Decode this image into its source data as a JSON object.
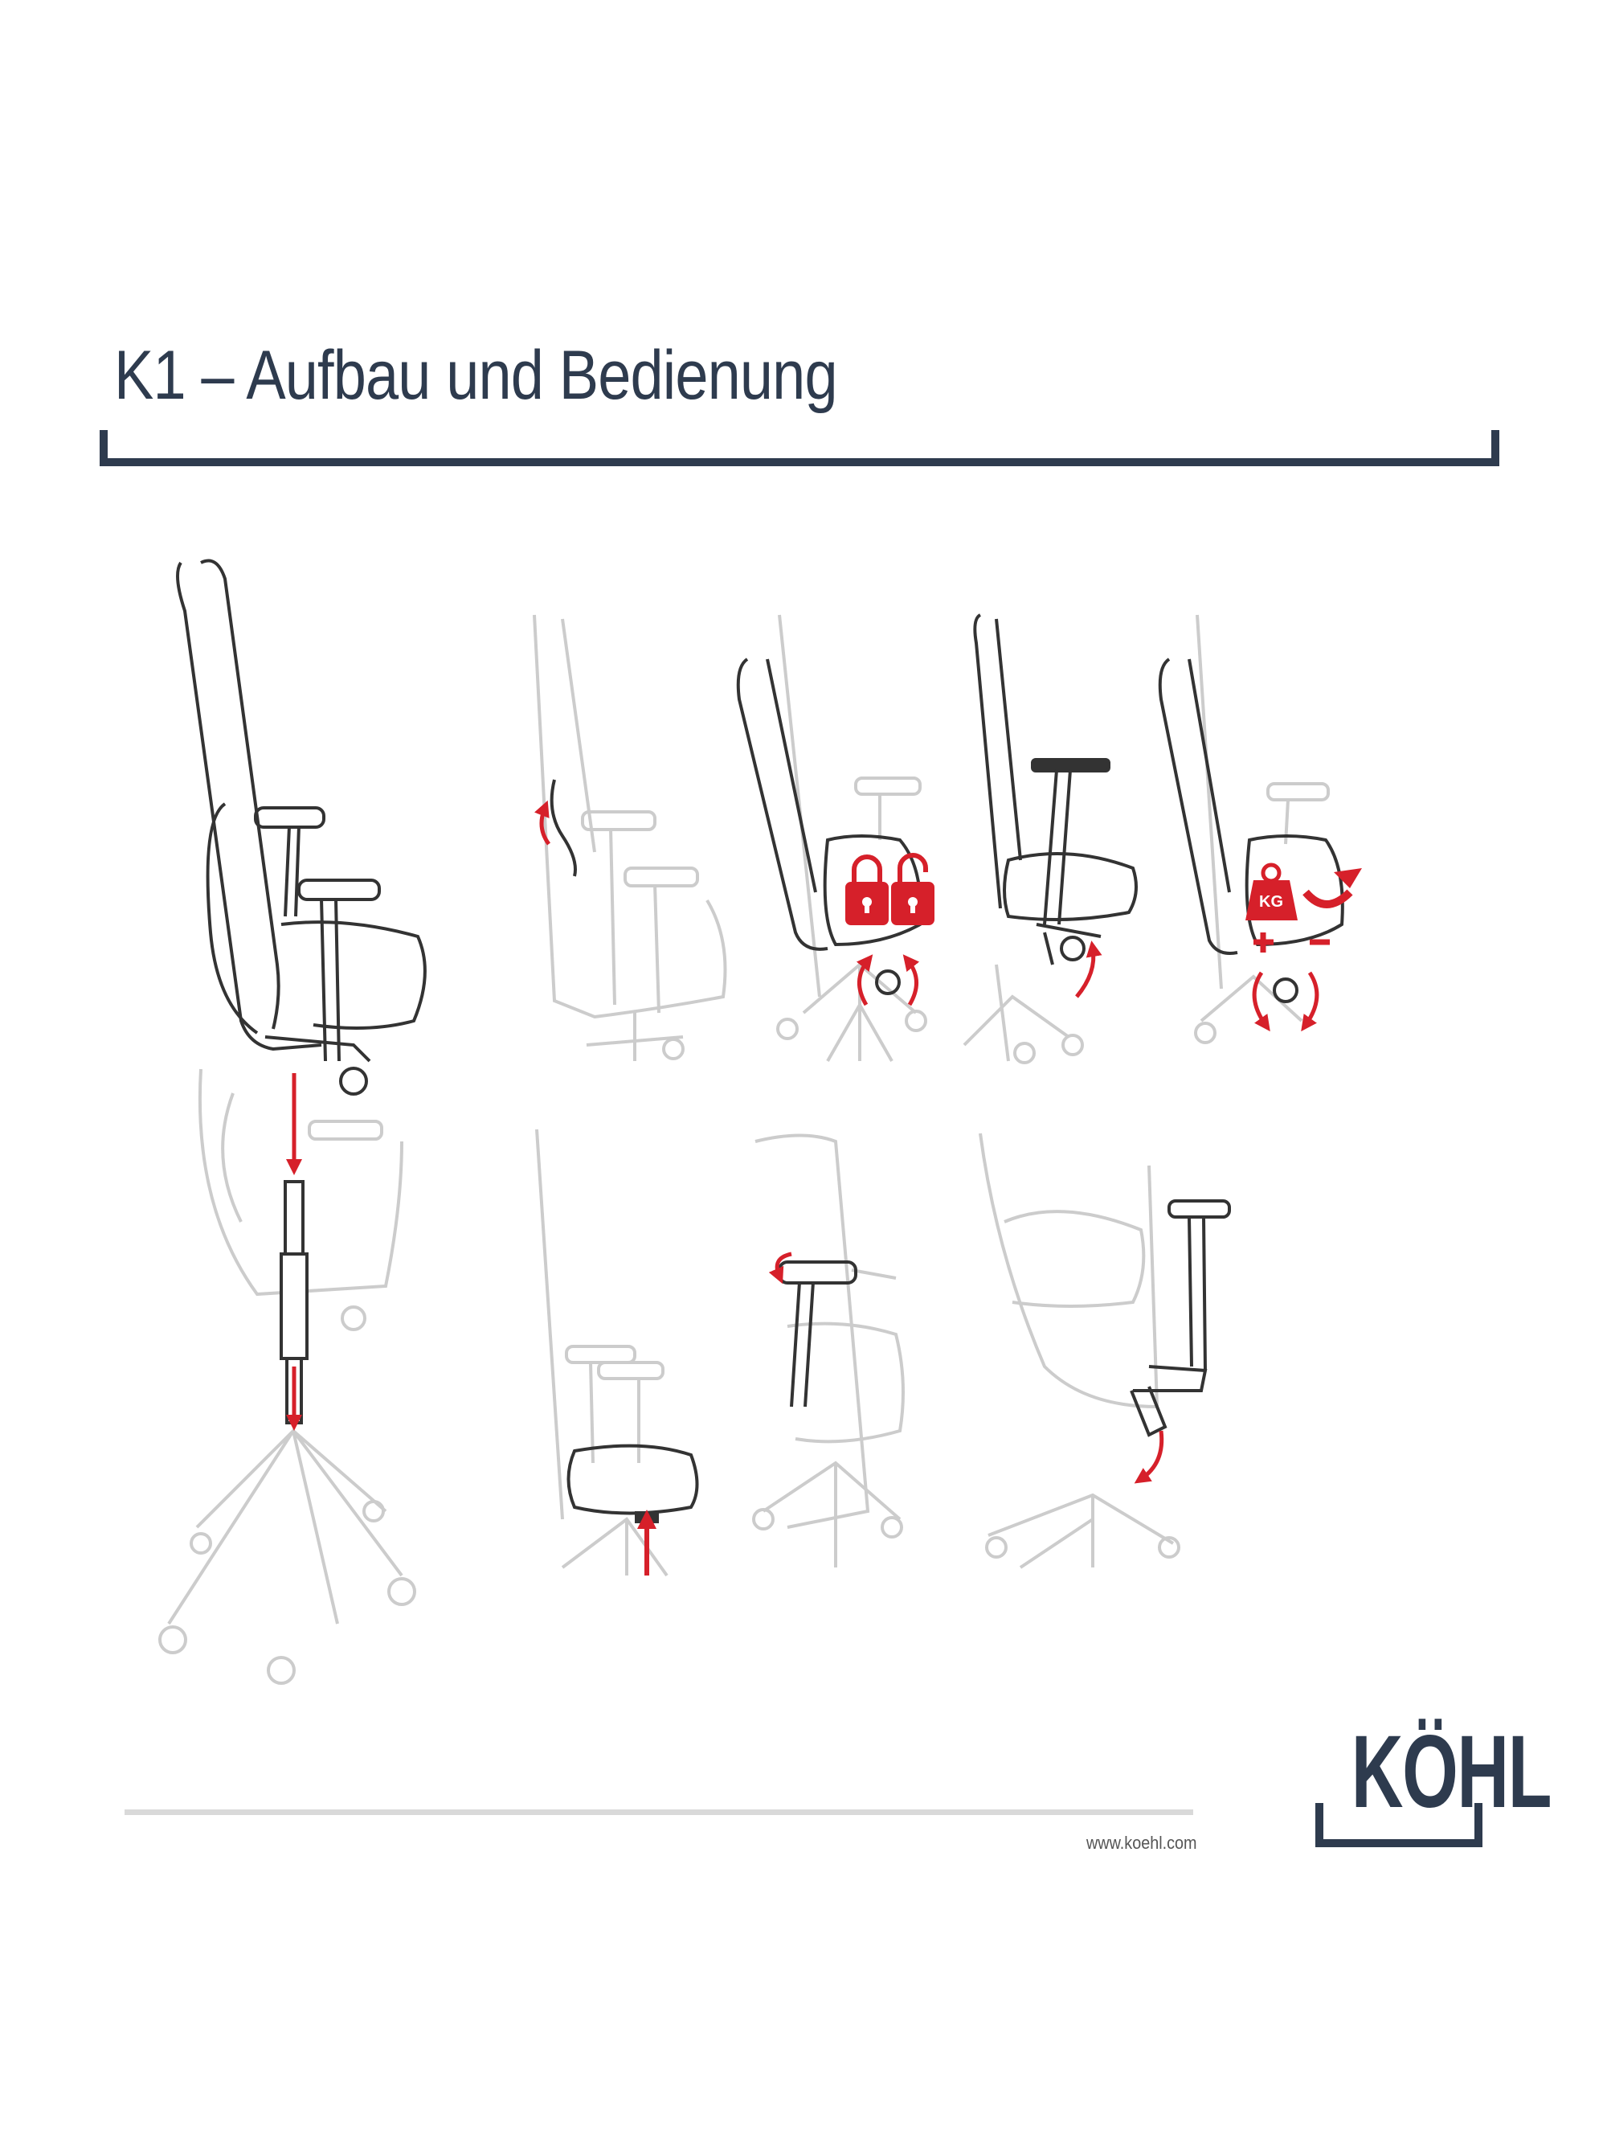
{
  "page": {
    "title": "K1 – Aufbau und Bedienung",
    "accent_color": "#2e3b4e",
    "highlight_color": "#d6202a"
  },
  "illustrations": [
    {
      "name": "chair-assembly-illustration"
    },
    {
      "name": "backrest-height-illustration"
    },
    {
      "name": "backrest-lock-illustration"
    },
    {
      "name": "seat-height-illustration"
    },
    {
      "name": "weight-tension-illustration",
      "label": "KG"
    },
    {
      "name": "seat-depth-illustration"
    },
    {
      "name": "armrest-width-illustration"
    },
    {
      "name": "armrest-height-illustration"
    }
  ],
  "footer": {
    "url": "www.koehl.com",
    "logo_text": "KÖHL"
  }
}
